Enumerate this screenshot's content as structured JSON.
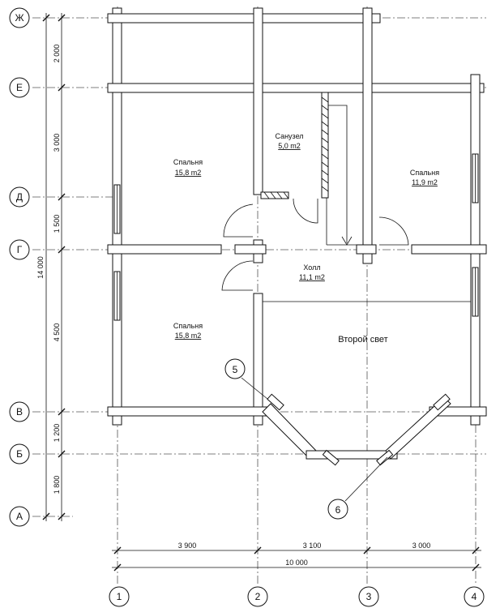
{
  "axes": {
    "horizontal": [
      "Ж",
      "Е",
      "Д",
      "Г",
      "В",
      "Б",
      "А"
    ],
    "vertical": [
      "1",
      "2",
      "3",
      "4"
    ]
  },
  "dimensions": {
    "vertical": [
      "2 000",
      "3 000",
      "1 500",
      "4 500",
      "1 200",
      "1 800"
    ],
    "vertical_total": "14 000",
    "horizontal": [
      "3 900",
      "3 100",
      "3 000"
    ],
    "horizontal_total": "10 000"
  },
  "rooms": {
    "bedroom_top": {
      "name": "Спальня",
      "area": "15,8  m2"
    },
    "bathroom": {
      "name": "Санузел",
      "area": "5,0  m2"
    },
    "bedroom_right": {
      "name": "Спальня",
      "area": "11,9  m2"
    },
    "hall": {
      "name": "Холл",
      "area": "11,1  m2"
    },
    "bedroom_bottom": {
      "name": "Спальня",
      "area": "15,8  m2"
    },
    "second_light": {
      "name": "Второй свет"
    }
  },
  "callouts": [
    "5",
    "6"
  ]
}
